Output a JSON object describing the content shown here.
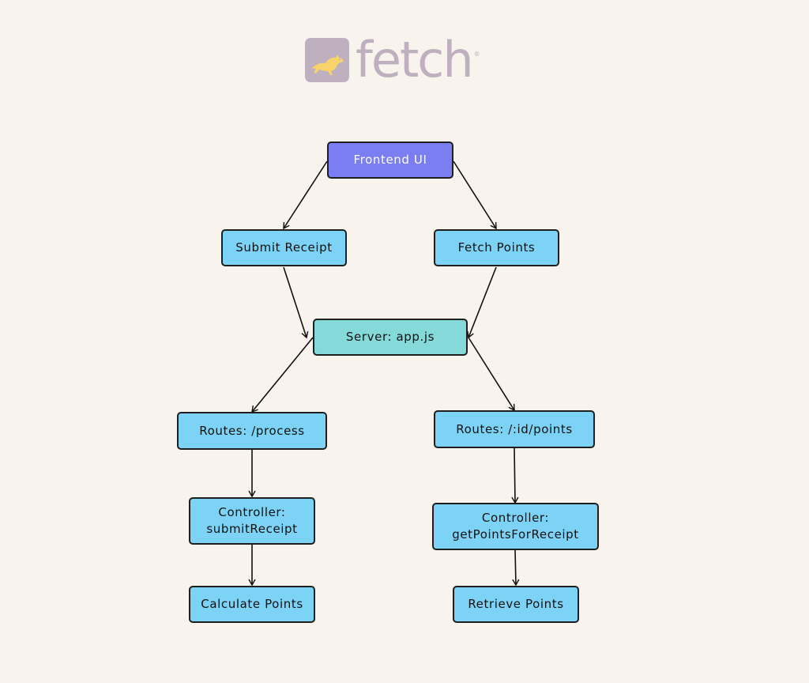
{
  "logo": {
    "wordmark": "fetch",
    "mark_icon": "dog-icon",
    "color": "#bfb0bf",
    "dog_color": "#f7d36a"
  },
  "colors": {
    "background": "#f8f3ec",
    "frontend_node": "#7b7ef0",
    "server_node": "#85d9d8",
    "default_node": "#7dd3f5",
    "border": "#1f1f1f"
  },
  "nodes": {
    "frontend_ui": "Frontend UI",
    "submit_receipt": "Submit Receipt",
    "fetch_points": "Fetch Points",
    "server": "Server: app.js",
    "routes_process": "Routes: /process",
    "routes_points": "Routes: /:id/points",
    "controller_submit": [
      "Controller:",
      "submitReceipt"
    ],
    "controller_get": [
      "Controller:",
      "getPointsForReceipt"
    ],
    "calculate_points": "Calculate Points",
    "retrieve_points": "Retrieve Points"
  },
  "edges": [
    {
      "from": "frontend_ui",
      "to": "submit_receipt"
    },
    {
      "from": "frontend_ui",
      "to": "fetch_points"
    },
    {
      "from": "submit_receipt",
      "to": "server"
    },
    {
      "from": "fetch_points",
      "to": "server"
    },
    {
      "from": "server",
      "to": "routes_process"
    },
    {
      "from": "server",
      "to": "routes_points"
    },
    {
      "from": "routes_process",
      "to": "controller_submit"
    },
    {
      "from": "routes_points",
      "to": "controller_get"
    },
    {
      "from": "controller_submit",
      "to": "calculate_points"
    },
    {
      "from": "controller_get",
      "to": "retrieve_points"
    }
  ]
}
